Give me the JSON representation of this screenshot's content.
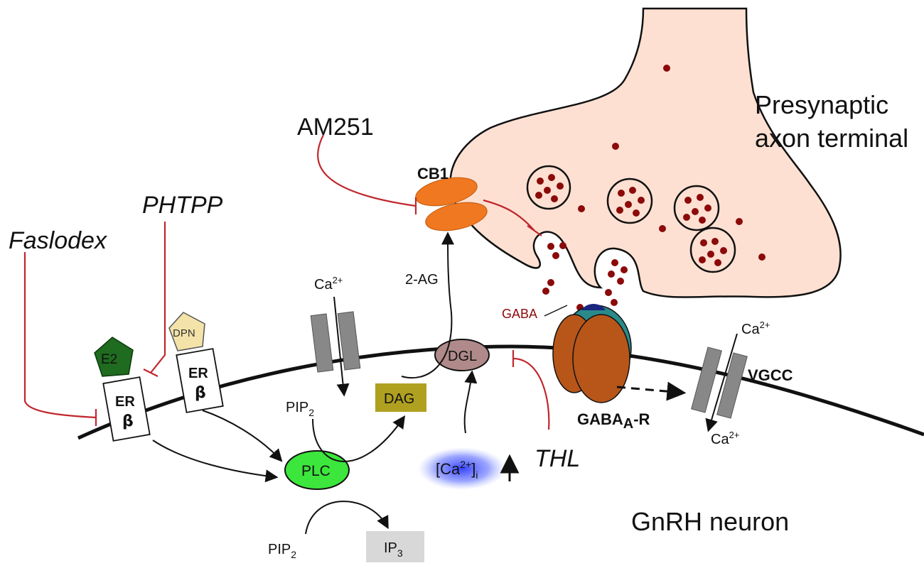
{
  "labels": {
    "presynaptic": [
      "Presynaptic",
      "axon terminal"
    ],
    "gnrh_neuron": "GnRH neuron",
    "am251": "AM251",
    "phtpp": "PHTPP",
    "faslodex": "Faslodex",
    "thl": "THL",
    "cb1": "CB1",
    "two_ag": "2-AG",
    "gaba": "GABA",
    "gabaa_r": {
      "main": "GABA",
      "sub": "A",
      "tail": "-R"
    },
    "vgcc": "VGCC",
    "ca": "Ca",
    "ca_sup": "2+",
    "pip": "PIP",
    "pip_sub": "2",
    "dag": "DAG",
    "dgl": "DGL",
    "plc": "PLC",
    "ip": "IP",
    "ip_sub": "3",
    "ca_i": {
      "open": "[Ca",
      "sup": "2+",
      "close": "]",
      "sub": "i"
    },
    "e2": "E2",
    "dpn": "DPN",
    "er": "ER",
    "beta": "β"
  },
  "colors": {
    "terminal_fill": "#fde0d2",
    "vesicle_dot": "#8b0a0a",
    "inhibition": "#c0272d",
    "cb1": "#f07820",
    "plc": "#3ce63c",
    "dag": "#b0a020",
    "dgl": "#b08a8a",
    "ca_glow": "#3848ff",
    "ip3_box": "#d8d8d8",
    "channel": "#888888",
    "e2": "#1f6b1f",
    "dpn": "#f3e3a8",
    "gabaa_brown": "#b8561a",
    "gabaa_teal": "#2a8a8a",
    "gabaa_navy": "#1a2580"
  }
}
